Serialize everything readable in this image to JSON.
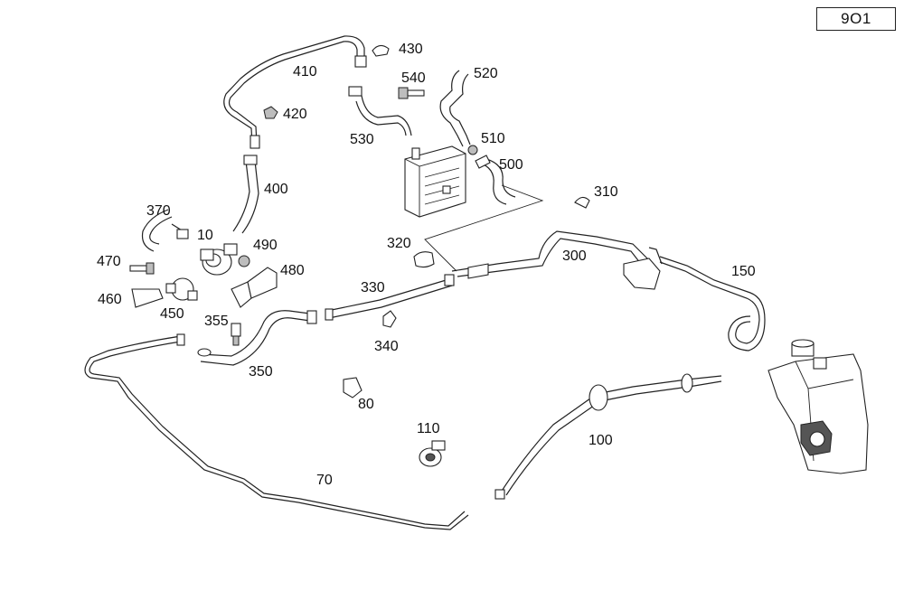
{
  "page_label": "9O1",
  "part_labels": {
    "p410": "410",
    "p430": "430",
    "p540": "540",
    "p520": "520",
    "p420": "420",
    "p530": "530",
    "p510": "510",
    "p500": "500",
    "p400": "400",
    "p310": "310",
    "p370": "370",
    "p10": "10",
    "p490": "490",
    "p320": "320",
    "p300": "300",
    "p150": "150",
    "p470": "470",
    "p480": "480",
    "p460": "460",
    "p330": "330",
    "p450": "450",
    "p355": "355",
    "p340": "340",
    "p350": "350",
    "p80": "80",
    "p110": "110",
    "p100": "100",
    "p70": "70"
  },
  "colors": {
    "line": "#222222",
    "background": "#ffffff"
  }
}
